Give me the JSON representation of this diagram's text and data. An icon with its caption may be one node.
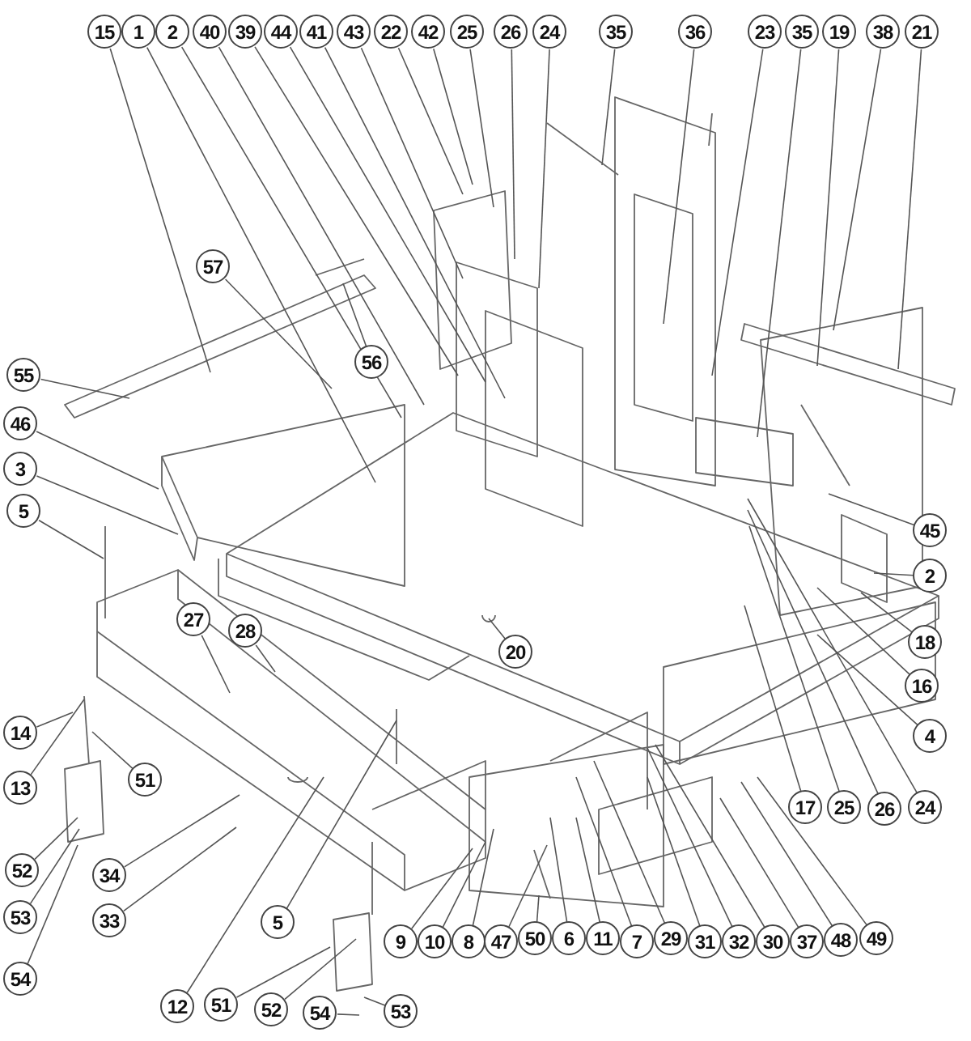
{
  "diagram": {
    "nodes": [
      {
        "text": [
          "15"
        ]
      },
      {
        "text": [
          "1"
        ]
      },
      {
        "text": [
          "2"
        ]
      },
      {
        "text": [
          "40"
        ]
      },
      {
        "text": [
          "39"
        ]
      },
      {
        "text": [
          "44"
        ]
      },
      {
        "text": [
          "41"
        ]
      },
      {
        "text": [
          "43"
        ]
      },
      {
        "text": [
          "22"
        ]
      },
      {
        "text": [
          "42"
        ]
      },
      {
        "text": [
          "25"
        ]
      },
      {
        "text": [
          "26"
        ]
      },
      {
        "text": [
          "24"
        ]
      },
      {
        "text": [
          "35"
        ]
      },
      {
        "text": [
          "36"
        ]
      },
      {
        "text": [
          "23"
        ]
      },
      {
        "text": [
          "35"
        ]
      },
      {
        "text": [
          "19"
        ]
      },
      {
        "text": [
          "38"
        ]
      },
      {
        "text": [
          "21"
        ]
      },
      {
        "text": [
          "57"
        ]
      },
      {
        "text": [
          "56"
        ]
      },
      {
        "text": [
          "55"
        ]
      },
      {
        "text": [
          "46"
        ]
      },
      {
        "text": [
          "3"
        ]
      },
      {
        "text": [
          "5"
        ]
      },
      {
        "text": [
          "45"
        ]
      },
      {
        "text": [
          "2"
        ]
      },
      {
        "text": [
          "27"
        ]
      },
      {
        "text": [
          "28"
        ]
      },
      {
        "text": [
          "18"
        ]
      },
      {
        "text": [
          "20"
        ]
      },
      {
        "text": [
          "16"
        ]
      },
      {
        "text": [
          "14"
        ]
      },
      {
        "text": [
          "4"
        ]
      },
      {
        "text": [
          "51"
        ]
      },
      {
        "text": [
          "13"
        ]
      },
      {
        "text": [
          "17"
        ]
      },
      {
        "text": [
          "25"
        ]
      },
      {
        "text": [
          "26"
        ]
      },
      {
        "text": [
          "24"
        ]
      },
      {
        "text": [
          "52"
        ]
      },
      {
        "text": [
          "34"
        ]
      },
      {
        "text": [
          "53"
        ]
      },
      {
        "text": [
          "5"
        ]
      },
      {
        "text": [
          "33"
        ]
      },
      {
        "text": [
          "9"
        ]
      },
      {
        "text": [
          "10"
        ]
      },
      {
        "text": [
          "8"
        ]
      },
      {
        "text": [
          "47"
        ]
      },
      {
        "text": [
          "50"
        ]
      },
      {
        "text": [
          "6"
        ]
      },
      {
        "text": [
          "11"
        ]
      },
      {
        "text": [
          "7"
        ]
      },
      {
        "text": [
          "29"
        ]
      },
      {
        "text": [
          "31"
        ]
      },
      {
        "text": [
          "32"
        ]
      },
      {
        "text": [
          "30"
        ]
      },
      {
        "text": [
          "37"
        ]
      },
      {
        "text": [
          "48"
        ]
      },
      {
        "text": [
          "49"
        ]
      },
      {
        "text": [
          "54"
        ]
      },
      {
        "text": [
          "12"
        ]
      },
      {
        "text": [
          "51"
        ]
      },
      {
        "text": [
          "52"
        ]
      },
      {
        "text": [
          "54"
        ]
      },
      {
        "text": [
          "53"
        ]
      }
    ],
    "edges": [
      {
        "from": 0,
        "to": null,
        "arrow": "none"
      },
      {
        "from": 1,
        "to": null,
        "arrow": "none"
      },
      {
        "from": 2,
        "to": null,
        "arrow": "none"
      },
      {
        "from": 3,
        "to": null,
        "arrow": "none"
      },
      {
        "from": 4,
        "to": null,
        "arrow": "none"
      },
      {
        "from": 5,
        "to": null,
        "arrow": "none"
      },
      {
        "from": 6,
        "to": null,
        "arrow": "none"
      },
      {
        "from": 7,
        "to": null,
        "arrow": "none"
      },
      {
        "from": 8,
        "to": null,
        "arrow": "none"
      },
      {
        "from": 9,
        "to": null,
        "arrow": "none"
      },
      {
        "from": 10,
        "to": null,
        "arrow": "none"
      },
      {
        "from": 11,
        "to": null,
        "arrow": "none"
      },
      {
        "from": 12,
        "to": null,
        "arrow": "none"
      },
      {
        "from": 13,
        "to": null,
        "arrow": "none"
      },
      {
        "from": 14,
        "to": null,
        "arrow": "none"
      },
      {
        "from": 15,
        "to": null,
        "arrow": "none"
      },
      {
        "from": 16,
        "to": null,
        "arrow": "none"
      },
      {
        "from": 17,
        "to": null,
        "arrow": "none"
      },
      {
        "from": 18,
        "to": null,
        "arrow": "none"
      },
      {
        "from": 19,
        "to": null,
        "arrow": "none"
      },
      {
        "from": 20,
        "to": null,
        "arrow": "none"
      },
      {
        "from": 21,
        "to": null,
        "arrow": "none"
      },
      {
        "from": 22,
        "to": null,
        "arrow": "none"
      },
      {
        "from": 23,
        "to": null,
        "arrow": "none"
      },
      {
        "from": 24,
        "to": null,
        "arrow": "none"
      },
      {
        "from": 25,
        "to": null,
        "arrow": "none"
      },
      {
        "from": 26,
        "to": null,
        "arrow": "none"
      },
      {
        "from": 27,
        "to": null,
        "arrow": "none"
      },
      {
        "from": 28,
        "to": null,
        "arrow": "none"
      },
      {
        "from": 29,
        "to": null,
        "arrow": "none"
      },
      {
        "from": 30,
        "to": null,
        "arrow": "none"
      },
      {
        "from": 31,
        "to": null,
        "arrow": "none"
      },
      {
        "from": 32,
        "to": null,
        "arrow": "none"
      },
      {
        "from": 33,
        "to": null,
        "arrow": "none"
      },
      {
        "from": 34,
        "to": null,
        "arrow": "none"
      },
      {
        "from": 35,
        "to": null,
        "arrow": "none"
      },
      {
        "from": 36,
        "to": null,
        "arrow": "none"
      },
      {
        "from": 37,
        "to": null,
        "arrow": "none"
      },
      {
        "from": 38,
        "to": null,
        "arrow": "none"
      },
      {
        "from": 39,
        "to": null,
        "arrow": "none"
      },
      {
        "from": 40,
        "to": null,
        "arrow": "none"
      },
      {
        "from": 41,
        "to": null,
        "arrow": "none"
      },
      {
        "from": 42,
        "to": null,
        "arrow": "none"
      },
      {
        "from": 43,
        "to": null,
        "arrow": "none"
      },
      {
        "from": 44,
        "to": null,
        "arrow": "none"
      },
      {
        "from": 45,
        "to": null,
        "arrow": "none"
      },
      {
        "from": 46,
        "to": null,
        "arrow": "none"
      },
      {
        "from": 47,
        "to": null,
        "arrow": "none"
      },
      {
        "from": 48,
        "to": null,
        "arrow": "none"
      },
      {
        "from": 49,
        "to": null,
        "arrow": "none"
      },
      {
        "from": 50,
        "to": null,
        "arrow": "none"
      },
      {
        "from": 51,
        "to": null,
        "arrow": "none"
      },
      {
        "from": 52,
        "to": null,
        "arrow": "none"
      },
      {
        "from": 53,
        "to": null,
        "arrow": "none"
      },
      {
        "from": 54,
        "to": null,
        "arrow": "none"
      },
      {
        "from": 55,
        "to": null,
        "arrow": "none"
      },
      {
        "from": 56,
        "to": null,
        "arrow": "none"
      },
      {
        "from": 57,
        "to": null,
        "arrow": "none"
      },
      {
        "from": 58,
        "to": null,
        "arrow": "none"
      },
      {
        "from": 59,
        "to": null,
        "arrow": "none"
      },
      {
        "from": 60,
        "to": null,
        "arrow": "none"
      },
      {
        "from": 61,
        "to": null,
        "arrow": "none"
      },
      {
        "from": 62,
        "to": null,
        "arrow": "none"
      },
      {
        "from": 63,
        "to": null,
        "arrow": "none"
      },
      {
        "from": 64,
        "to": null,
        "arrow": "none"
      },
      {
        "from": 65,
        "to": null,
        "arrow": "none"
      },
      {
        "from": 66,
        "to": null,
        "arrow": "none"
      }
    ]
  }
}
